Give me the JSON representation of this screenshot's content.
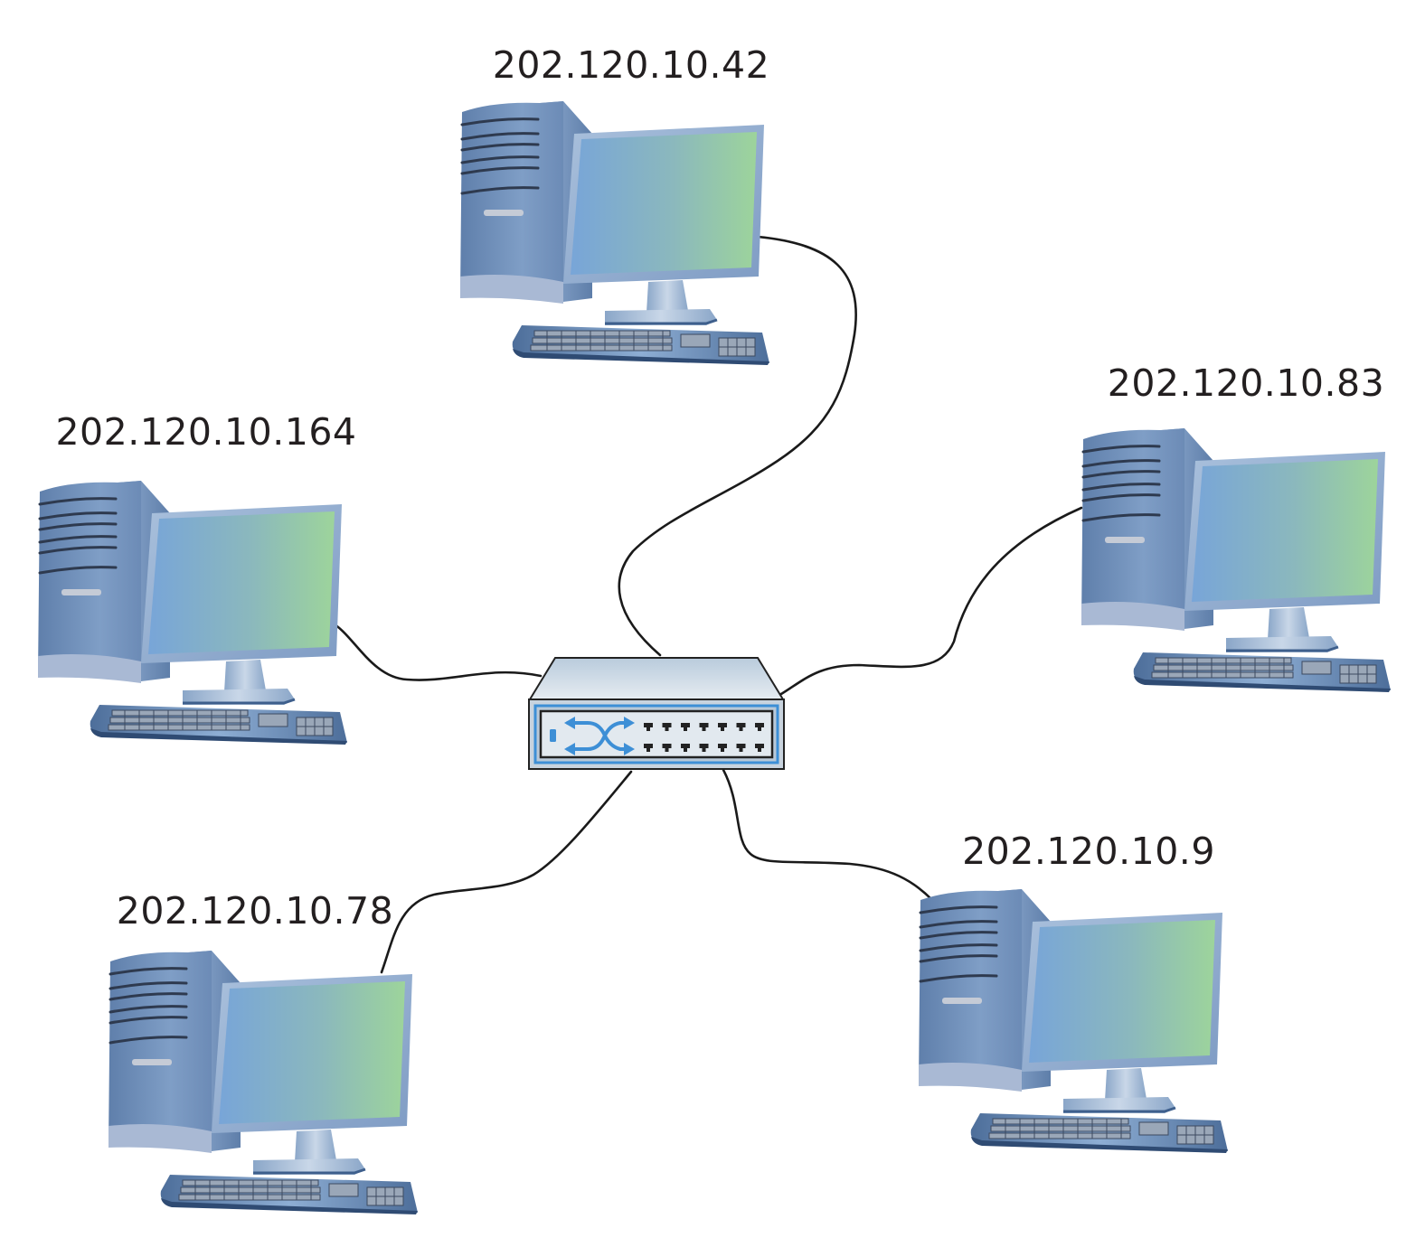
{
  "diagram": {
    "type": "network-star-topology",
    "hub": {
      "kind": "switch",
      "name": "network-switch",
      "port_rows": 2,
      "ports_per_row": 7,
      "colors": {
        "body": "#d9e2ea",
        "face": "#c9d6e2",
        "accent": "#3d8fd6",
        "port": "#222222"
      }
    },
    "hosts": [
      {
        "id": "host-top",
        "ip": "202.120.10.42"
      },
      {
        "id": "host-right",
        "ip": "202.120.10.83"
      },
      {
        "id": "host-left",
        "ip": "202.120.10.164"
      },
      {
        "id": "host-bottom-right",
        "ip": "202.120.10.9"
      },
      {
        "id": "host-bottom-left",
        "ip": "202.120.10.78"
      }
    ],
    "connections": [
      {
        "from": "host-top",
        "to": "network-switch"
      },
      {
        "from": "host-right",
        "to": "network-switch"
      },
      {
        "from": "host-left",
        "to": "network-switch"
      },
      {
        "from": "host-bottom-right",
        "to": "network-switch"
      },
      {
        "from": "host-bottom-left",
        "to": "network-switch"
      }
    ],
    "colors": {
      "screen_left": "#7aa6d6",
      "screen_right": "#9bd39b",
      "case": "#6f8fb8",
      "case_dark": "#4f6f98",
      "bezel": "#9fb6d3",
      "cable": "#1a1a1a",
      "label": "#231f20"
    }
  }
}
